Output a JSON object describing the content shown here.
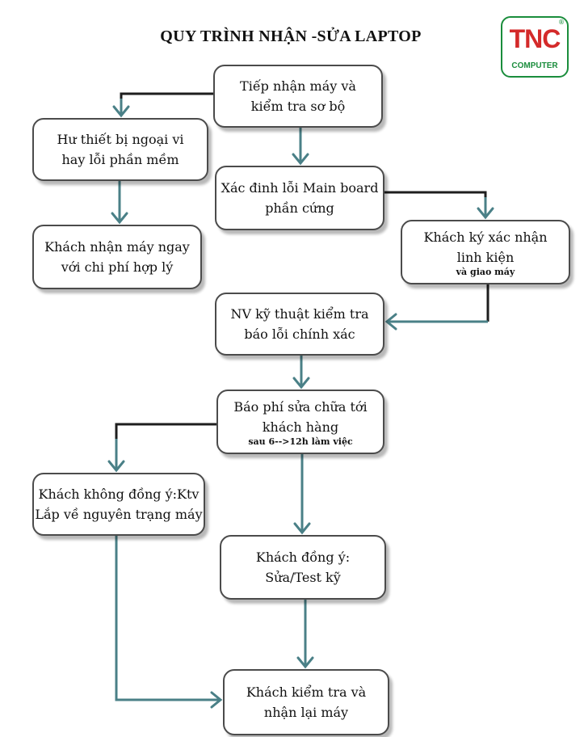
{
  "title": "QUY TRÌNH NHẬN -SỬA  LAPTOP",
  "logo": {
    "brand": "TNC",
    "sub": "COMPUTER",
    "reg": "®"
  },
  "colors": {
    "arrow": "#4a8087",
    "line": "#1e1e1e",
    "border": "#4b4b4b",
    "logo_red": "#d42a2a",
    "logo_green": "#1a8d3c"
  },
  "nodes": {
    "receive": {
      "line1": "Tiếp nhận máy và",
      "line2": "kiểm tra sơ bộ"
    },
    "peripheral": {
      "line1": "Hư thiết bị ngoại vi",
      "line2": "hay lỗi phần mềm"
    },
    "mainboard": {
      "line1": "Xác đinh lỗi Main board",
      "line2": "phần cứng"
    },
    "pickup_now": {
      "line1": "Khách nhận máy ngay",
      "line2": "với chi phí hợp lý"
    },
    "sign_parts": {
      "line1": "Khách ký xác nhận",
      "line2": "linh kiện",
      "note": "và giao máy"
    },
    "tech_check": {
      "line1": "NV kỹ thuật kiểm tra",
      "line2": "báo lỗi chính xác"
    },
    "quote": {
      "line1": "Báo phí sửa chữa tới",
      "line2": "khách hàng",
      "note": "sau 6-->12h làm việc"
    },
    "disagree": {
      "line1": "Khách không đồng ý:Ktv",
      "line2": "Lắp về nguyên trạng máy"
    },
    "agree": {
      "line1": "Khách đồng ý:",
      "line2": "Sửa/Test kỹ"
    },
    "final": {
      "line1": "Khách kiểm tra và",
      "line2": "nhận lại máy"
    }
  }
}
